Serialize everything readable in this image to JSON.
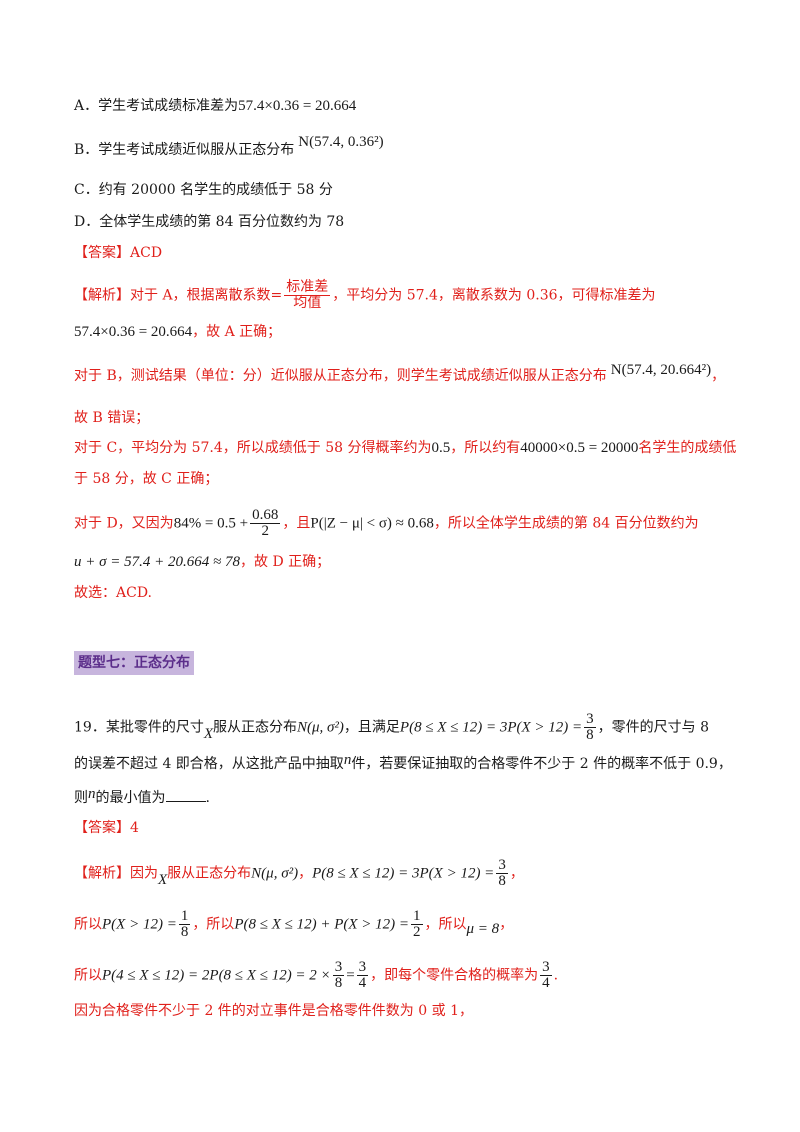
{
  "optA": {
    "label": "A．学生考试成绩标准差为",
    "formula": "57.4×0.36 = 20.664"
  },
  "optB": {
    "label": "B．学生考试成绩近似服从正态分布",
    "formula": "N(57.4, 0.36²)"
  },
  "optC": {
    "label": "C．约有 20000 名学生的成绩低于 58 分"
  },
  "optD": {
    "label": "D．全体学生成绩的第 84 百分位数约为 78"
  },
  "ans18": {
    "text": "【答案】ACD"
  },
  "sol18": {
    "l1_pre": "【解析】对于 A，根据离散系数=",
    "frac_num": "标准差",
    "frac_den": "均值",
    "l1_post": "，平均分为 57.4，离散系数为 0.36，可得标准差为",
    "l2_math": "57.4×0.36 = 20.664",
    "l2_text": "，故 A 正确；",
    "l3_text": "对于 B，测试结果（单位：分）近似服从正态分布，则学生考试成绩近似服从正态分布",
    "l3_math": "N(57.4, 20.664²)",
    "l3_end": "，",
    "l4_text": "故 B 错误；",
    "l5_a": "对于 C，平均分为 57.4，所以成绩低于 58 分得概率约为",
    "l5_m1": "0.5",
    "l5_b": "，所以约有",
    "l5_m2": "40000×0.5 = 20000",
    "l5_c": "名学生的成绩低",
    "l6_text": "于 58 分，故 C 正确；",
    "l7_a": "对于 D，又因为",
    "l7_m1": "84% = 0.5 +",
    "l7_fn": "0.68",
    "l7_fd": "2",
    "l7_b": "，且",
    "l7_m2": "P(|Z − μ| < σ) ≈ 0.68",
    "l7_c": "，所以全体学生成绩的第 84 百分位数约为",
    "l8_math": "u + σ = 57.4 + 20.664 ≈ 78",
    "l8_text": "，故 D 正确；",
    "l9_text": "故选：ACD."
  },
  "heading": {
    "text": "题型七：正态分布"
  },
  "q19": {
    "l1_a": "19．某批零件的尺寸",
    "l1_x": "X",
    "l1_b": "服从正态分布",
    "l1_m1": "N(μ, σ²)",
    "l1_c": "，且满足",
    "l1_m2": "P(8 ≤ X ≤ 12) = 3P(X > 12) =",
    "l1_fn": "3",
    "l1_fd": "8",
    "l1_d": "，零件的尺寸与 8",
    "l2_a": "的误差不超过 4 即合格，从这批产品中抽取",
    "l2_n": "n",
    "l2_b": "件，若要保证抽取的合格零件不少于 2 件的概率不低于 0.9，",
    "l3_a": "则",
    "l3_n": "n",
    "l3_b": "的最小值为",
    ".": ".",
    "l3_end": "."
  },
  "ans19": {
    "text": "【答案】4"
  },
  "sol19": {
    "l1_a": "【解析】因为",
    "l1_x": "X",
    "l1_b": "服从正态分布",
    "l1_m1": "N(μ, σ²)",
    "l1_c": "，",
    "l1_m2": "P(8 ≤ X ≤ 12) = 3P(X > 12) =",
    "l1_fn": "3",
    "l1_fd": "8",
    "l1_d": "，",
    "l2_a": "所以",
    "l2_m1": "P(X > 12) =",
    "l2_fn1": "1",
    "l2_fd1": "8",
    "l2_b": "，所以",
    "l2_m2": "P(8 ≤ X ≤ 12) + P(X > 12) =",
    "l2_fn2": "1",
    "l2_fd2": "2",
    "l2_c": "，所以",
    "l2_m3": "μ = 8",
    "l2_d": "，",
    "l3_a": "所以",
    "l3_m1": "P(4 ≤ X ≤ 12) = 2P(8 ≤ X ≤ 12) = 2 ×",
    "l3_fn1": "3",
    "l3_fd1": "8",
    "l3_eq": "=",
    "l3_fn2": "3",
    "l3_fd2": "4",
    "l3_b": "，即每个零件合格的概率为",
    "l3_fn3": "3",
    "l3_fd3": "4",
    "l3_c": ".",
    "l4_text": "因为合格零件不少于 2 件的对立事件是合格零件件数为 0 或 1，"
  }
}
